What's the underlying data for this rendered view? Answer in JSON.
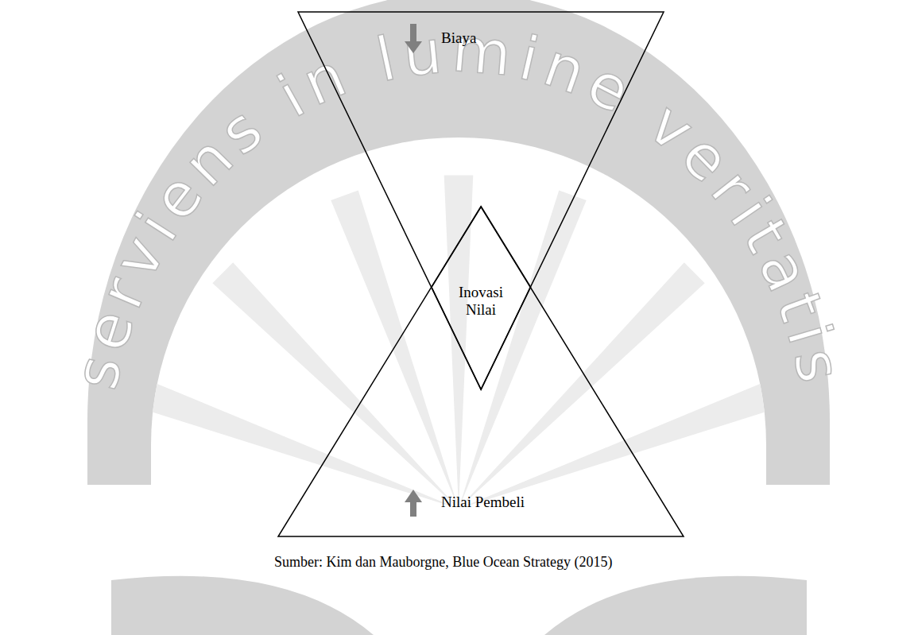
{
  "diagram": {
    "caption": "Sumber: Kim dan Mauborgne, Blue Ocean Strategy (2015)",
    "nodes": [
      {
        "text": [
          "Biaya"
        ]
      },
      {
        "text": [
          "Inovasi Nilai"
        ]
      },
      {
        "text": [
          "Nilai Pembeli"
        ]
      }
    ],
    "labels": [
      "serviens in lumine veritatis"
    ]
  }
}
